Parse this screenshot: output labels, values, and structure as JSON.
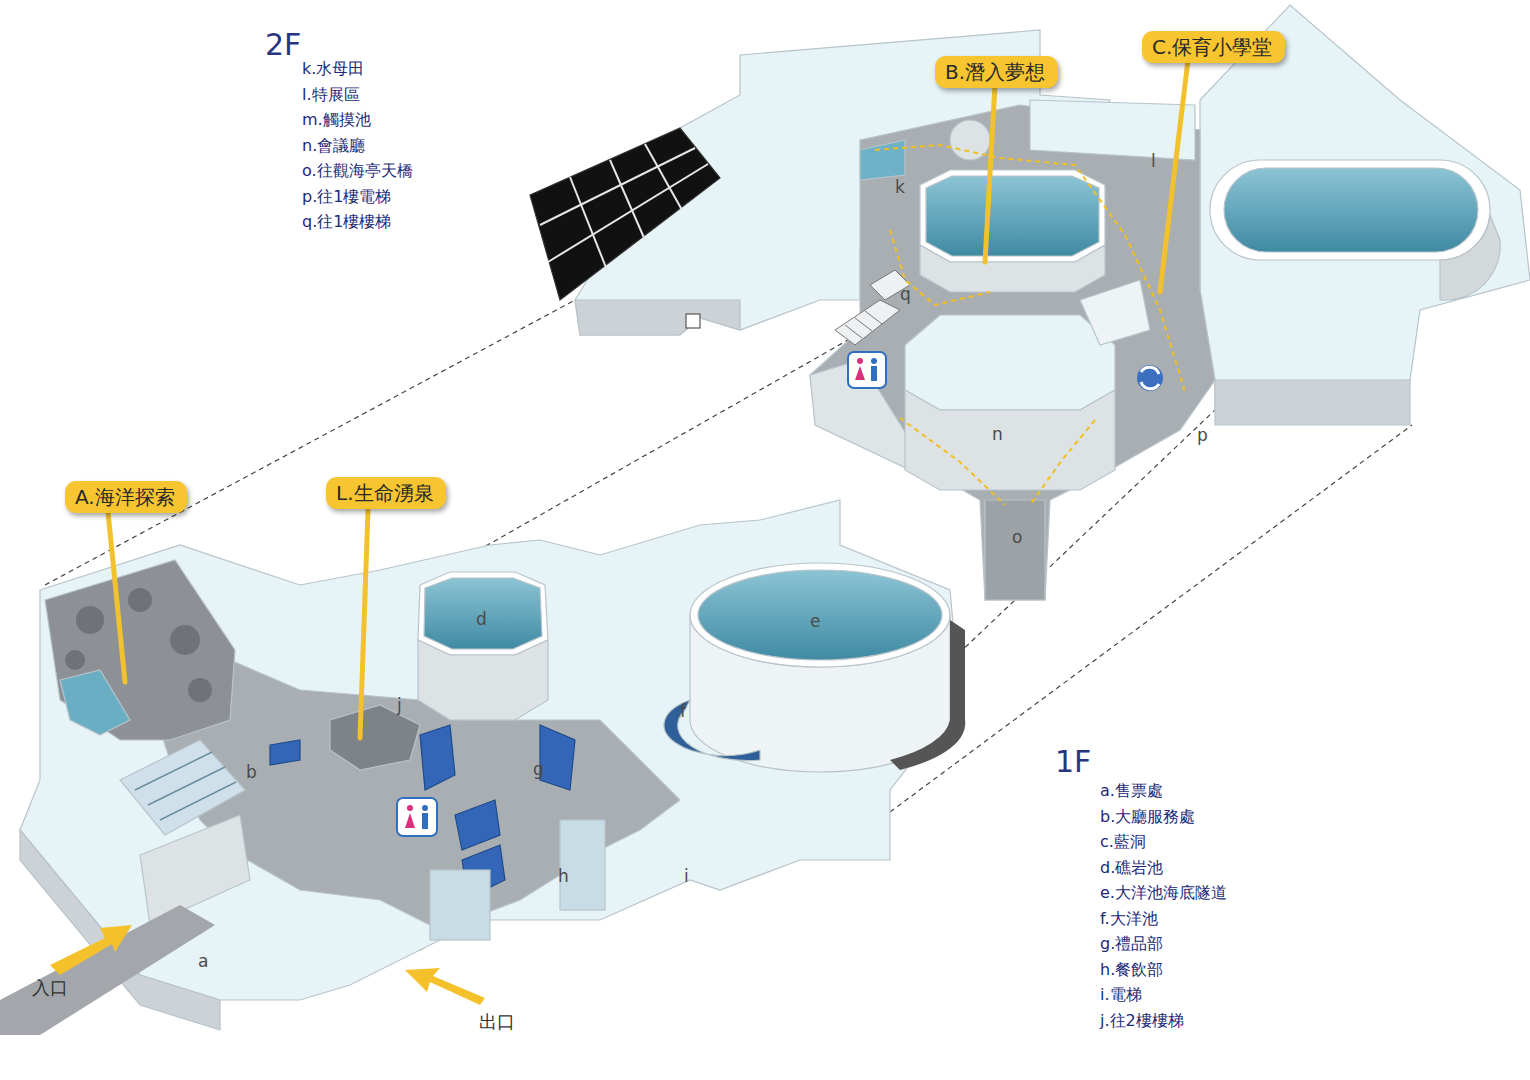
{
  "diagram": {
    "nodes": [
      {
        "text": [
          "B.潛入夢想"
        ]
      },
      {
        "text": [
          "C.保育小學堂"
        ]
      },
      {
        "text": [
          "A.海洋探索"
        ]
      },
      {
        "text": [
          "L.生命湧泉"
        ]
      }
    ],
    "labels": [
      "2F",
      "k.水母田",
      "l.特展區",
      "m.觸摸池",
      "n.會議廳",
      "o.往觀海亭天橋",
      "p.往1樓電梯",
      "q.往1樓樓梯",
      "k",
      "l",
      "q",
      "n",
      "p",
      "o",
      "d",
      "e",
      "j",
      "b",
      "g",
      "f",
      "h",
      "i",
      "a",
      "入口",
      "出口",
      "1F",
      "a.售票處",
      "b.大廳服務處",
      "c.藍洞",
      "d.礁岩池",
      "e.大洋池海底隧道",
      "f.大洋池",
      "g.禮品部",
      "h.餐飲部",
      "i.電梯",
      "j.往2樓樓梯"
    ]
  }
}
